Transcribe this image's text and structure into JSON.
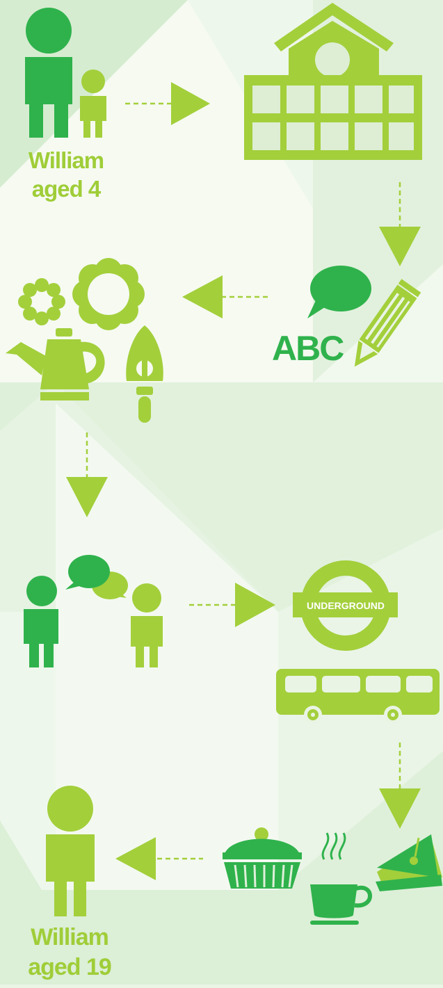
{
  "start": {
    "name": "William",
    "age": "aged 4"
  },
  "end": {
    "name": "William",
    "age": "aged 19"
  },
  "school_subject_text": "ABC",
  "sign_text": "UNDERGROUND",
  "colors": {
    "dark_green": "#2fb24c",
    "lime_green": "#a3cf3b",
    "background": "#eaf5e6"
  },
  "icons": [
    "adult-icon",
    "child-icon",
    "school-icon",
    "speech-bubble-icon",
    "pencil-icon",
    "flower-small-icon",
    "flower-large-icon",
    "watering-can-icon",
    "trowel-icon",
    "conversation-icon",
    "underground-sign-icon",
    "bus-icon",
    "cupcake-icon",
    "teacup-icon",
    "sandwich-icon",
    "young-adult-icon"
  ]
}
